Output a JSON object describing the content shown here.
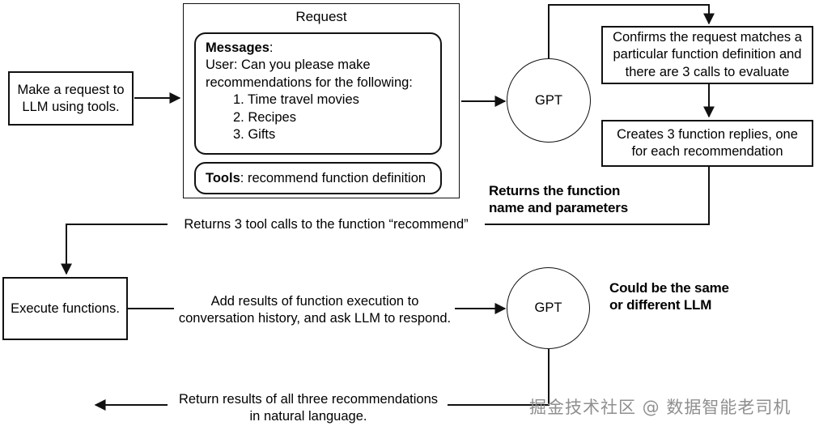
{
  "diagram": {
    "title": "LLM tool-calling flow",
    "colors": {
      "line": "#111111",
      "text": "#000000",
      "background": "#ffffff",
      "watermark": "#8f8f8f"
    },
    "nodes": {
      "make_request": {
        "text": "Make a request to\nLLM using tools.",
        "line1": "Make a request to",
        "line2": "LLM using tools."
      },
      "request_group": {
        "title": "Request"
      },
      "messages_box": {
        "heading": "Messages",
        "heading_suffix": ":",
        "user_line1": "User: Can you please make",
        "user_line2": "recommendations for the following:",
        "items": [
          "1. Time travel movies",
          "2. Recipes",
          "3. Gifts"
        ]
      },
      "tools_box": {
        "heading": "Tools",
        "rest": ": recommend function definition"
      },
      "gpt_top": {
        "label": "GPT"
      },
      "gpt_bottom": {
        "label": "GPT"
      },
      "confirms_box": {
        "line1": "Confirms the request matches a",
        "line2": "particular function definition and",
        "line3": "there are 3 calls to evaluate"
      },
      "creates_box": {
        "line1": "Creates 3 function replies, one",
        "line2": "for each recommendation"
      },
      "execute_box": {
        "text": "Execute functions."
      }
    },
    "edge_labels": {
      "returns_function": {
        "line1": "Returns the function",
        "line2": "name and parameters"
      },
      "returns_tool_calls": {
        "text": "Returns 3 tool calls to the function “recommend”"
      },
      "add_results": {
        "line1": "Add results of function execution to",
        "line2": "conversation history, and ask LLM to respond."
      },
      "could_be_same": {
        "line1": "Could be the same",
        "line2": "or different LLM"
      },
      "return_results": {
        "line1": "Return results of all three recommendations",
        "line2": "in natural language."
      }
    },
    "watermark": {
      "text": "掘金技术社区 @ 数据智能老司机"
    }
  }
}
